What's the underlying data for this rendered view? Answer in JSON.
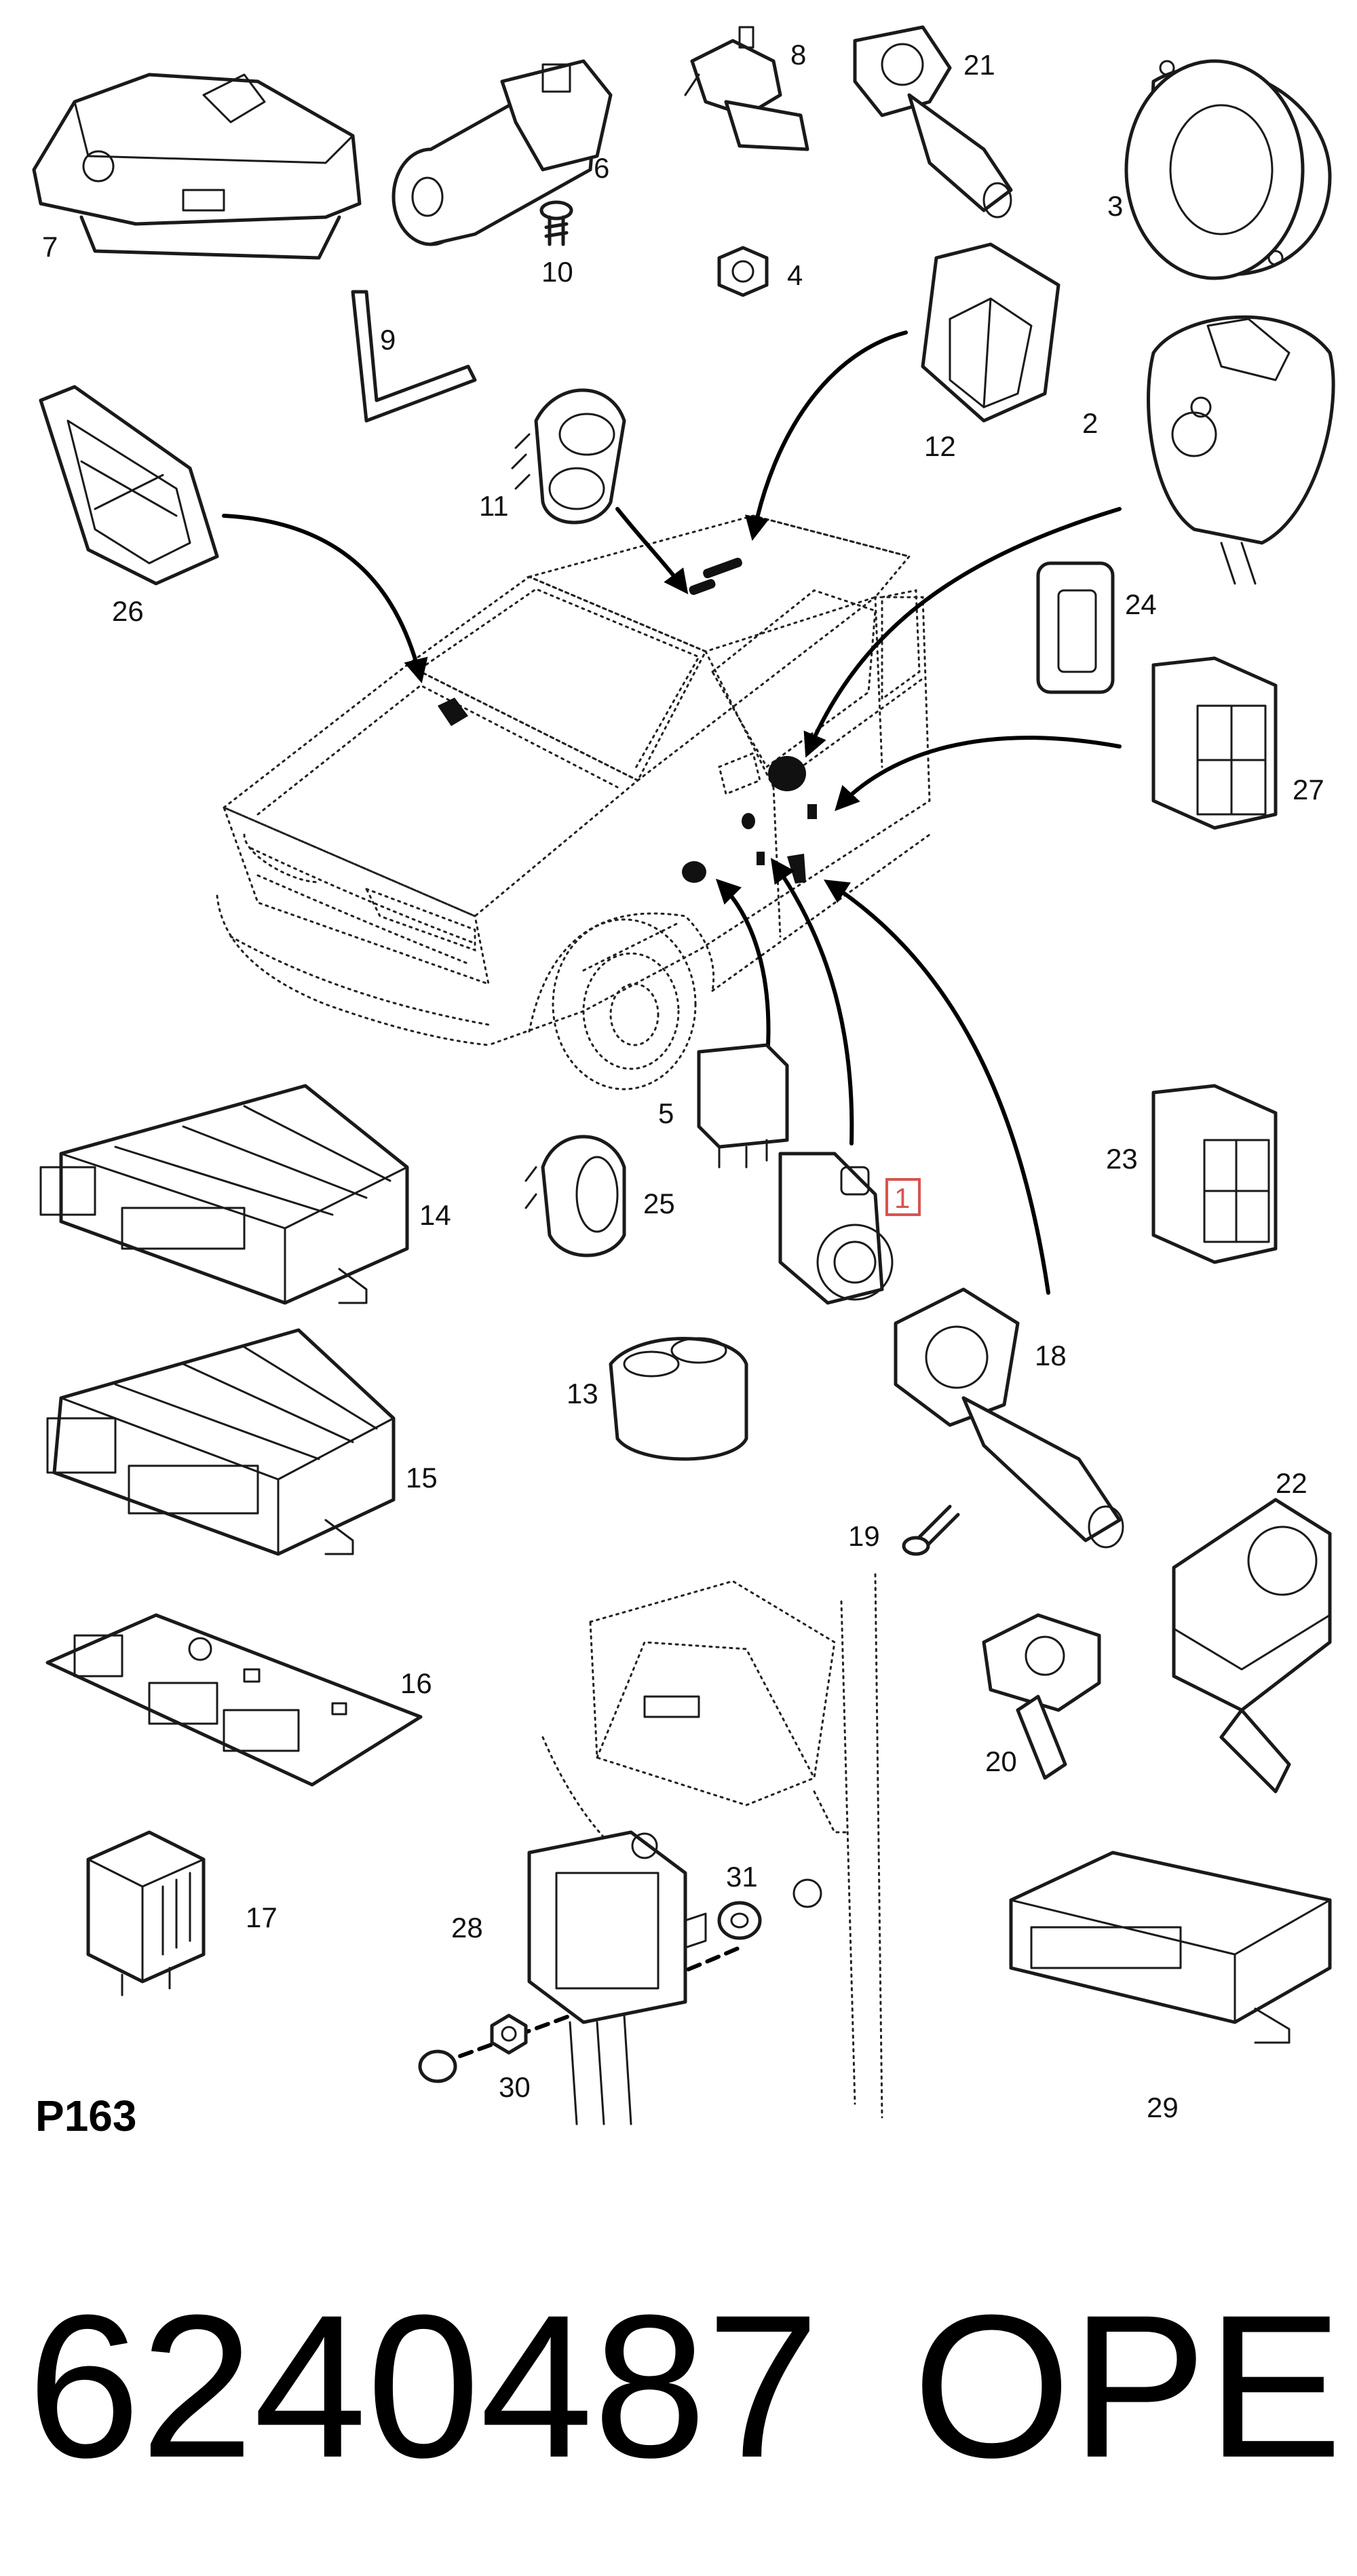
{
  "part_labels": {
    "p1": "1",
    "p2": "2",
    "p3": "3",
    "p4": "4",
    "p5": "5",
    "p6": "6",
    "p7": "7",
    "p8": "8",
    "p9": "9",
    "p10": "10",
    "p11": "11",
    "p12": "12",
    "p13": "13",
    "p14": "14",
    "p15": "15",
    "p16": "16",
    "p17": "17",
    "p18": "18",
    "p19": "19",
    "p20": "20",
    "p21": "21",
    "p22": "22",
    "p23": "23",
    "p24": "24",
    "p25": "25",
    "p26": "26",
    "p27": "27",
    "p28": "28",
    "p29": "29",
    "p30": "30",
    "p31": "31"
  },
  "page_code": "P163",
  "part_number": "6240487",
  "brand": "OPEL",
  "highlight_color": "#d9534f"
}
